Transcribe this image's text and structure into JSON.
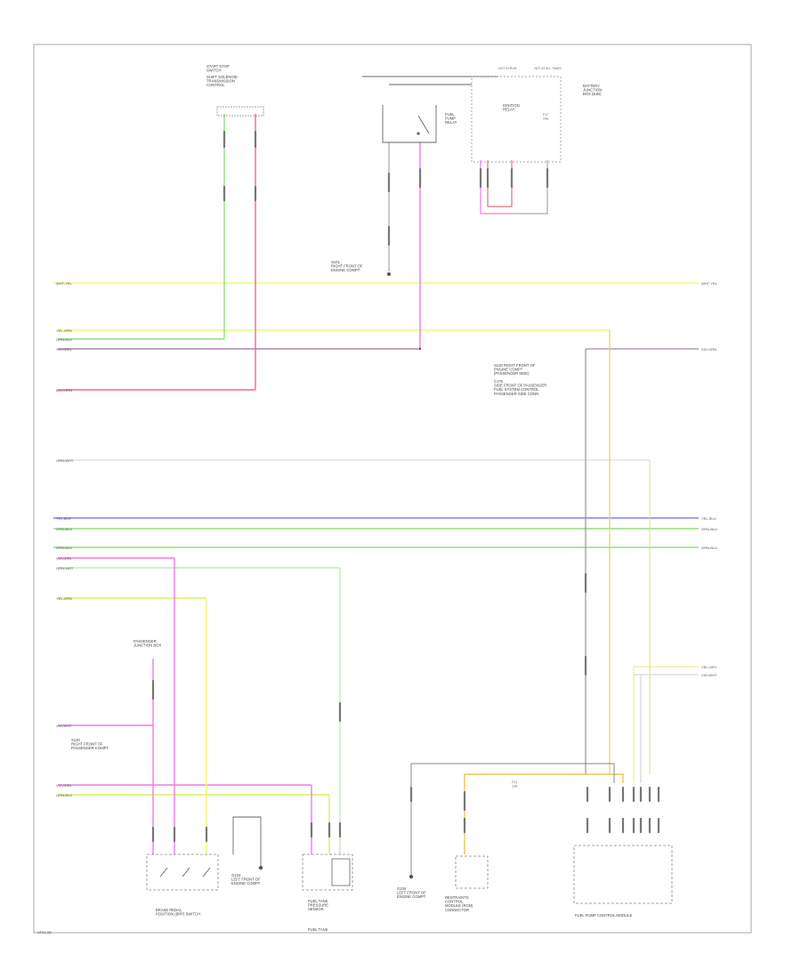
{
  "footer": {
    "code": "SF01-0B"
  },
  "colors": {
    "yellow": "#f5f57a",
    "green": "#8fe07a",
    "pink": "#f07ae8",
    "red": "#f06a80",
    "blue": "#8080f0",
    "purple_gray": "#a08aa8",
    "gray": "#777777",
    "orange_yellow": "#e8c850",
    "border": "#888888"
  },
  "components": {
    "start_stop": "START STOP\nSWITCH",
    "shift_solenoid": "SHIFT SOLENOID\nTRANSMISSION\nCONTROL",
    "fuel_pump_relay": "FUEL\nPUMP\nRELAY",
    "ignition_relay": "IGNITION\nRELAY",
    "battery_junction": "BATTERY\nJUNCTION\nBOX (BJB)",
    "brake_pedal": "BRAKE PEDAL\nPOSITION (BPP) SWITCH",
    "fuel_tank": "FUEL TANK\nPRESSURE\nSENSOR",
    "fuel_tank2": "FUEL TANK",
    "ground_g": "G104\nLEFT FRONT OF\nENGINE COMPT",
    "restraints": "RESTRAINTS\nCONTROL\nMODULE (RCM)\nCONNECTOR",
    "fuel_pump_control": "FUEL PUMP CONTROL MODULE",
    "passenger_junction": "PASSENGER\nJUNCTION BOX",
    "ground_s": "S101\nRIGHT FRONT OF\nENGINE COMPT",
    "splice_s": "S130\nRIGHT FRONT OF\nPASSENGER COMPT"
  },
  "wire_labels": {
    "left_wht_yel": "WHT-YEL",
    "left_yel_grn": "YEL-GRN",
    "left_grn_blu": "GRN-BLU",
    "left_vio_grn": "VIO-GRN",
    "left_blu_grn": "BLU-GRN",
    "left_grn_wht": "GRN-WHT",
    "left_yel_blu": "YEL-BLU",
    "left_grn_blu2": "GRN-BLU",
    "left_grn_blu3": "GRN-BLU",
    "left_vio_grn2": "VIO-GRN",
    "left_grn_wht2": "GRN-WHT",
    "left_yel_grn2": "YEL-GRN",
    "left_vio_wht": "VIO-WHT",
    "left_vio_grn3": "VIO-GRN",
    "left_grn_blu4": "GRN-BLU",
    "right_wht_yel": "WHT-YEL",
    "right_vio_grn": "VIO-GRN",
    "right_yel_blu": "YEL-BLU",
    "right_grn_blu": "GRN-BLU",
    "right_grn_blu2": "GRN-BLU",
    "right_yel_gry": "YEL-GRY",
    "right_vio_wht": "VIO-WHT",
    "hot_run": "HOT IN RUN",
    "hot_start": "HOT AT ALL TIMES",
    "fuse1": "F17\n15A",
    "fuse2": "F13\n10A"
  },
  "notes": {
    "splice_note": "S130 RIGHT FRONT OF\nENGINE COMPT\n(PASSENGER SIDE)",
    "module_note": "C175\nSIDE FRONT OF PASSENGER\nFUEL SYSTEM CONTROL\nPASSENGER SIDE CONN"
  }
}
